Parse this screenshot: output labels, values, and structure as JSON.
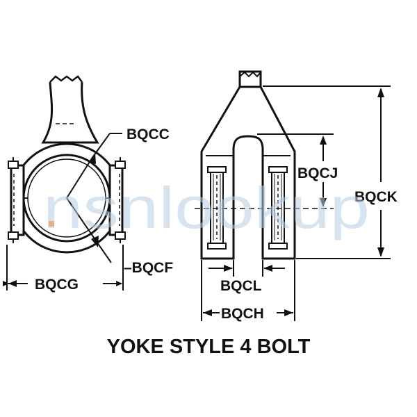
{
  "caption": "YOKE STYLE 4 BOLT",
  "dimension_labels": {
    "bqcc": "BQCC",
    "bqcf": "–BQCF",
    "bqcg": "BQCG",
    "bqcj": "BQCJ",
    "bqck": "BQCK",
    "bqcl": "BQCL",
    "bqch": "BQCH"
  },
  "watermark": {
    "text": "nsnlookup",
    "color": "#b9cde4",
    "dot_color": "#f0a060"
  }
}
